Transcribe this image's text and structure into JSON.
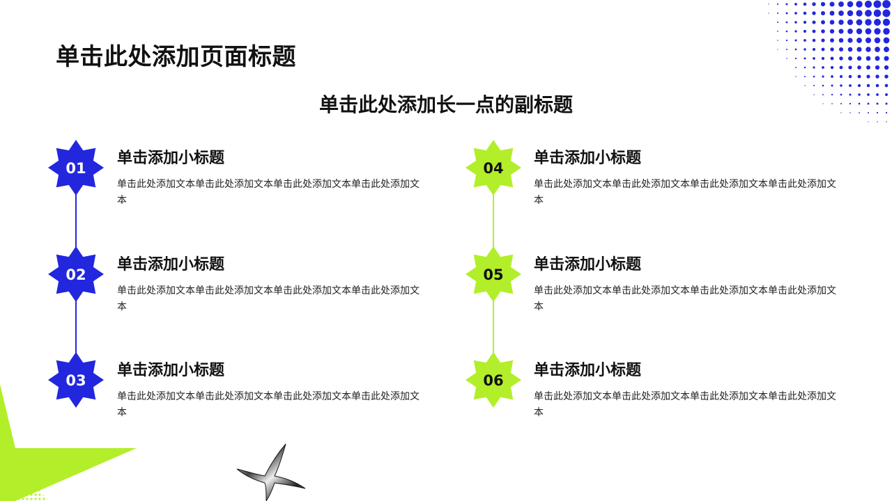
{
  "page": {
    "title": "单击此处添加页面标题",
    "subtitle": "单击此处添加长一点的副标题"
  },
  "colors": {
    "blue": "#2227de",
    "green": "#b3ee2a"
  },
  "items": [
    {
      "num": "01",
      "title": "单击添加小标题",
      "body": "单击此处添加文本单击此处添加文本单击此处添加文本单击此处添加文本",
      "color": "blue"
    },
    {
      "num": "02",
      "title": "单击添加小标题",
      "body": "单击此处添加文本单击此处添加文本单击此处添加文本单击此处添加文本",
      "color": "blue"
    },
    {
      "num": "03",
      "title": "单击添加小标题",
      "body": "单击此处添加文本单击此处添加文本单击此处添加文本单击此处添加文本",
      "color": "blue"
    },
    {
      "num": "04",
      "title": "单击添加小标题",
      "body": "单击此处添加文本单击此处添加文本单击此处添加文本单击此处添加文本",
      "color": "green"
    },
    {
      "num": "05",
      "title": "单击添加小标题",
      "body": "单击此处添加文本单击此处添加文本单击此处添加文本单击此处添加文本",
      "color": "green"
    },
    {
      "num": "06",
      "title": "单击添加小标题",
      "body": "单击此处添加文本单击此处添加文本单击此处添加文本单击此处添加文本",
      "color": "green"
    }
  ]
}
